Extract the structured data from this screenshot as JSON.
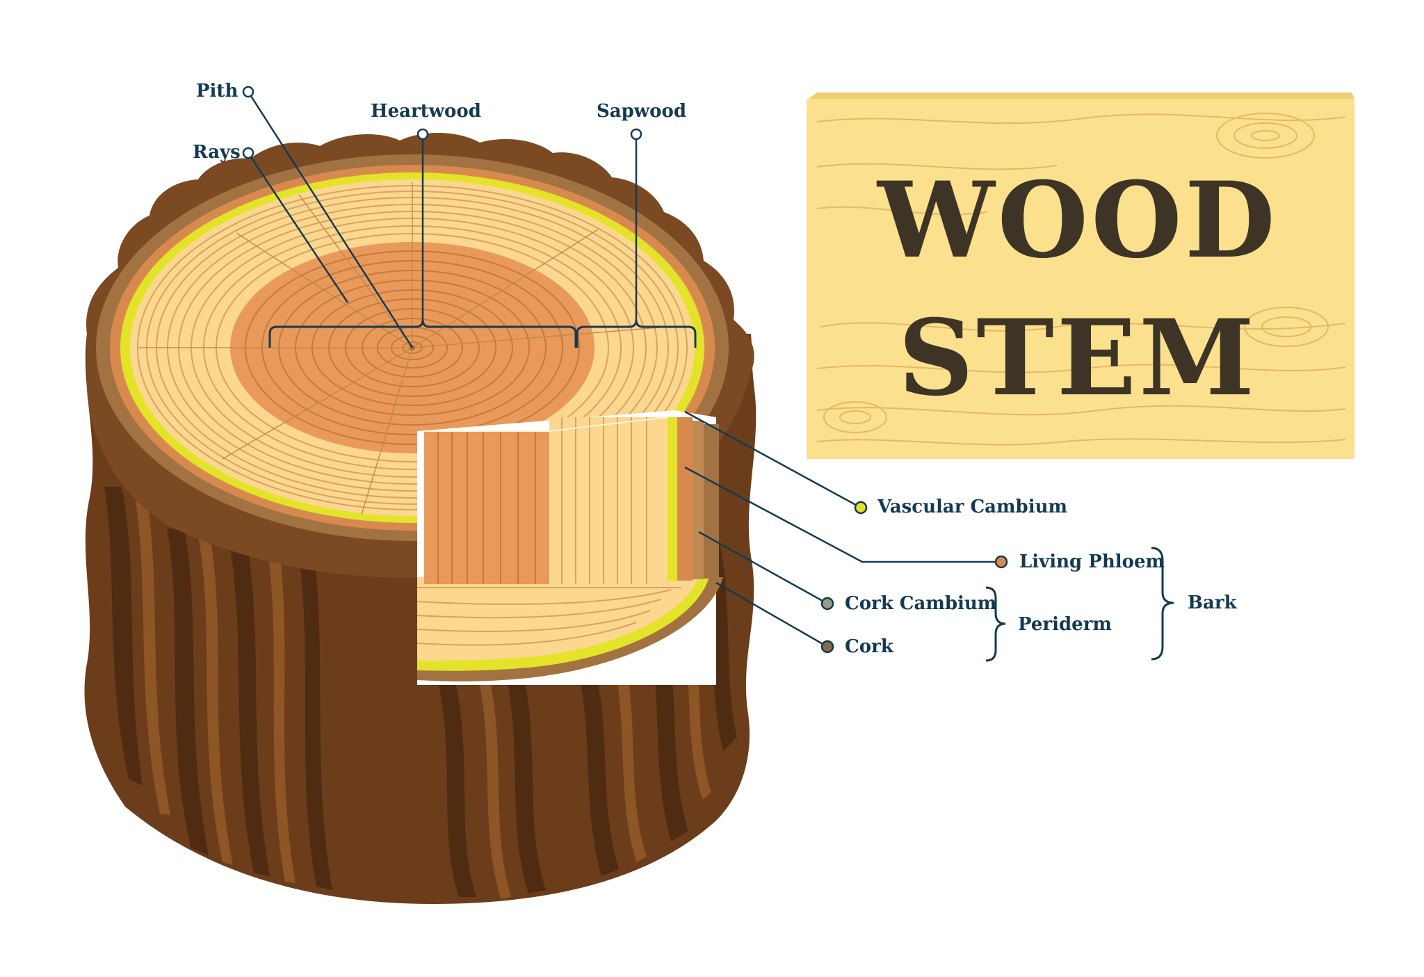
{
  "title": {
    "line1": "WOOD",
    "line2": "STEM"
  },
  "labels": {
    "pith": "Pith",
    "rays": "Rays",
    "heartwood": "Heartwood",
    "sapwood": "Sapwood",
    "vascular_cambium": "Vascular Cambium",
    "living_phloem": "Living Phloem",
    "cork_cambium": "Cork Cambium",
    "cork": "Cork",
    "periderm": "Periderm",
    "bark": "Bark"
  },
  "colors": {
    "label_text": "#143a52",
    "leader_line": "#143a52",
    "bark": "#6b3d1a",
    "bark_dark": "#4a2810",
    "sapwood": "#fbd790",
    "heartwood": "#e99a5a",
    "vascular_cambium": "#e3e32a",
    "living_phloem": "#d88a4e",
    "title_board": "#fbe08e",
    "title_text": "#3e3426"
  }
}
